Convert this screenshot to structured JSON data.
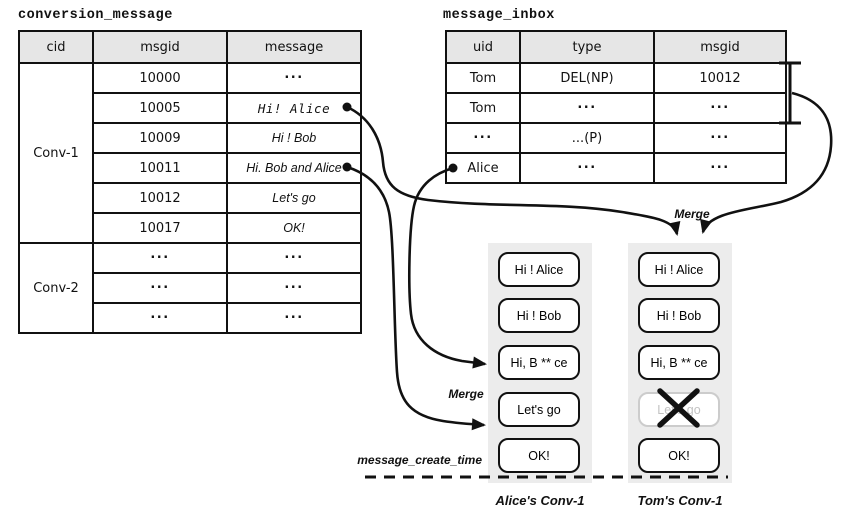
{
  "colors": {
    "ink": "#111111",
    "header_gray": "#e6e6e6",
    "panel_gray": "#ececec",
    "muted_border": "#cccccc",
    "muted_text": "#c2c2c2"
  },
  "left_table": {
    "title": "conversion_message",
    "headers": [
      "cid",
      "msgid",
      "message"
    ],
    "groups": [
      {
        "cid": "Conv-1",
        "rows": [
          {
            "msgid": "10000",
            "message": "...",
            "style": ""
          },
          {
            "msgid": "10005",
            "message": "Hi! Alice",
            "style": "mono"
          },
          {
            "msgid": "10009",
            "message": "Hi ! Bob",
            "style": "italic"
          },
          {
            "msgid": "10011",
            "message": "Hi. Bob and Alice",
            "style": "italic"
          },
          {
            "msgid": "10012",
            "message": "Let's go",
            "style": "italic"
          },
          {
            "msgid": "10017",
            "message": "OK!",
            "style": "italic"
          }
        ]
      },
      {
        "cid": "Conv-2",
        "rows": [
          {
            "msgid": "...",
            "message": "...",
            "style": ""
          },
          {
            "msgid": "...",
            "message": "...",
            "style": ""
          },
          {
            "msgid": "...",
            "message": "...",
            "style": ""
          }
        ]
      }
    ]
  },
  "right_table": {
    "title": "message_inbox",
    "headers": [
      "uid",
      "type",
      "msgid"
    ],
    "rows": [
      {
        "uid": "Tom",
        "type": "DEL(NP)",
        "msgid": "10012"
      },
      {
        "uid": "Tom",
        "type": "...",
        "msgid": "..."
      },
      {
        "uid": "...",
        "type": "...(P)",
        "msgid": "..."
      },
      {
        "uid": "Alice",
        "type": "...",
        "msgid": "..."
      }
    ]
  },
  "labels": {
    "merge_left": "Merge",
    "merge_top": "Merge",
    "timeline": "message_create_time"
  },
  "alice_column": {
    "caption": "Alice's Conv-1",
    "messages": [
      "Hi ! Alice",
      "Hi ! Bob",
      "Hi, B ** ce",
      "Let's go",
      "OK!"
    ]
  },
  "tom_column": {
    "caption": "Tom's Conv-1",
    "messages": [
      "Hi ! Alice",
      "Hi ! Bob",
      "Hi, B ** ce",
      "Let's go",
      "OK!"
    ],
    "crossed_index": 3
  }
}
